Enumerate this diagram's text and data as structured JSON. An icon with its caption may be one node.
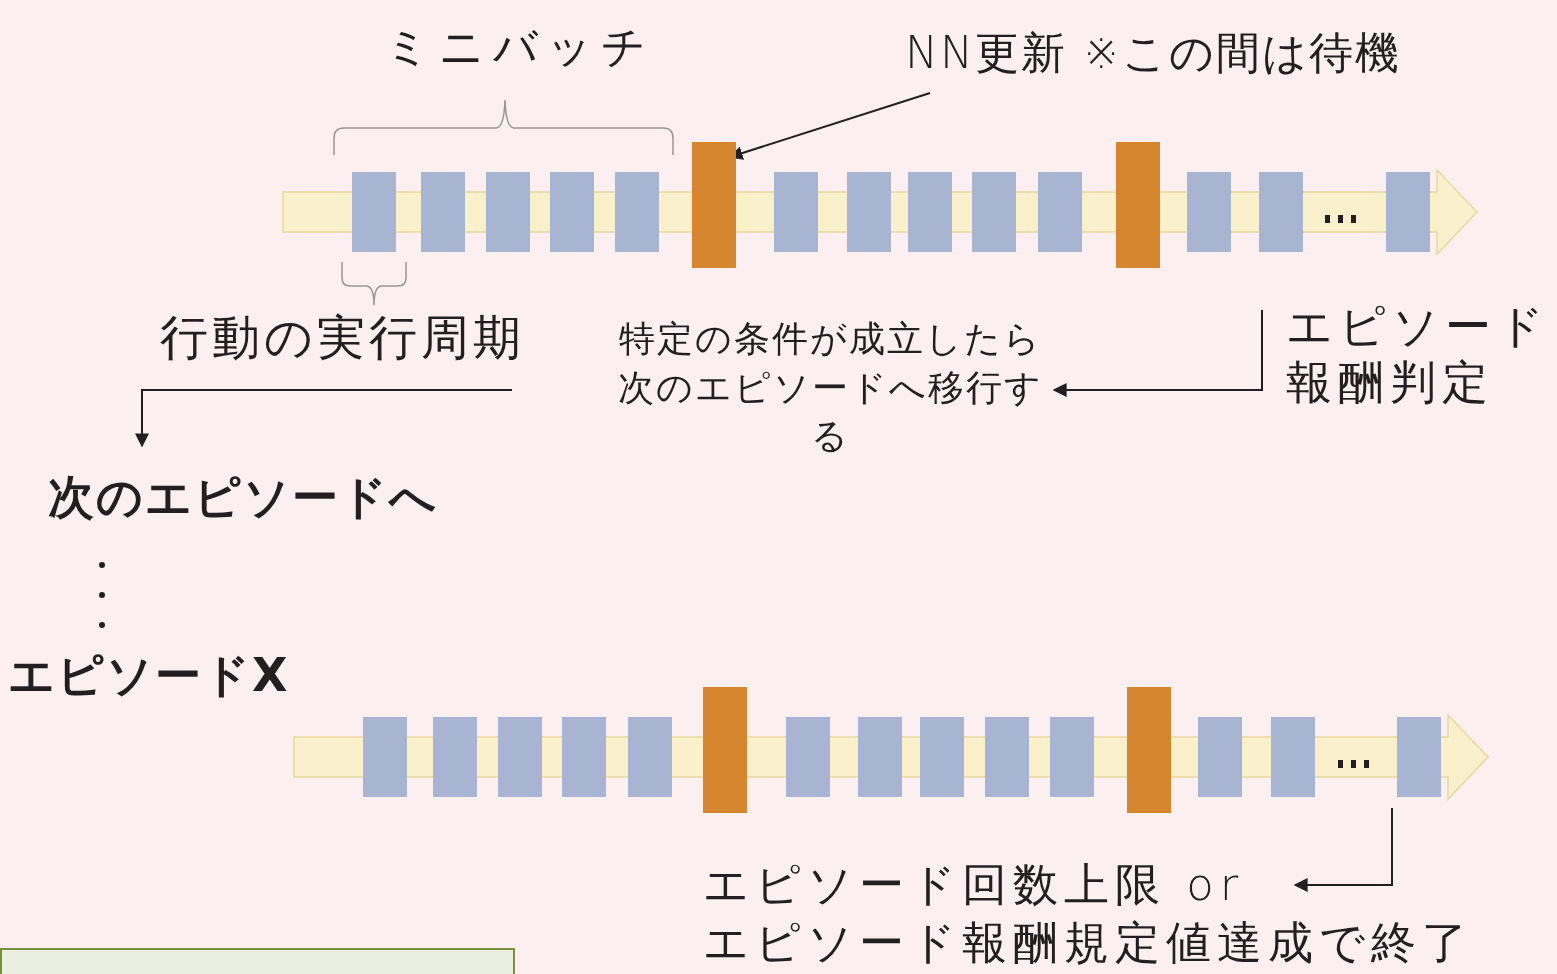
{
  "diagram": {
    "nodes": [
      {
        "text": [
          "NN更新 ※この間は待機"
        ]
      },
      {
        "text": [],
        "shape": "bar"
      },
      {
        "text": [
          "エピソード報酬判定"
        ]
      },
      {
        "text": [
          "特定の条件が成立したら次のエピソードへ移行する"
        ]
      },
      {
        "text": [
          "次のエピソードへ"
        ]
      },
      {
        "text": [],
        "shape": "bar"
      },
      {
        "text": [
          "エピソード回数上限 or エピソード報酬規定値達成で終了"
        ]
      },
      {
        "text": [],
        "shape": "box"
      }
    ],
    "edges": [
      {
        "from": 0,
        "to": 1,
        "arrow": "to"
      },
      {
        "from": 2,
        "to": 3,
        "arrow": "to"
      },
      {
        "from": 3,
        "to": 4,
        "arrow": "to"
      },
      {
        "from": 5,
        "to": 6,
        "arrow": "to"
      }
    ],
    "labels": [
      "ミニバッチ",
      "行動の実行周期",
      "エピソードX"
    ]
  }
}
